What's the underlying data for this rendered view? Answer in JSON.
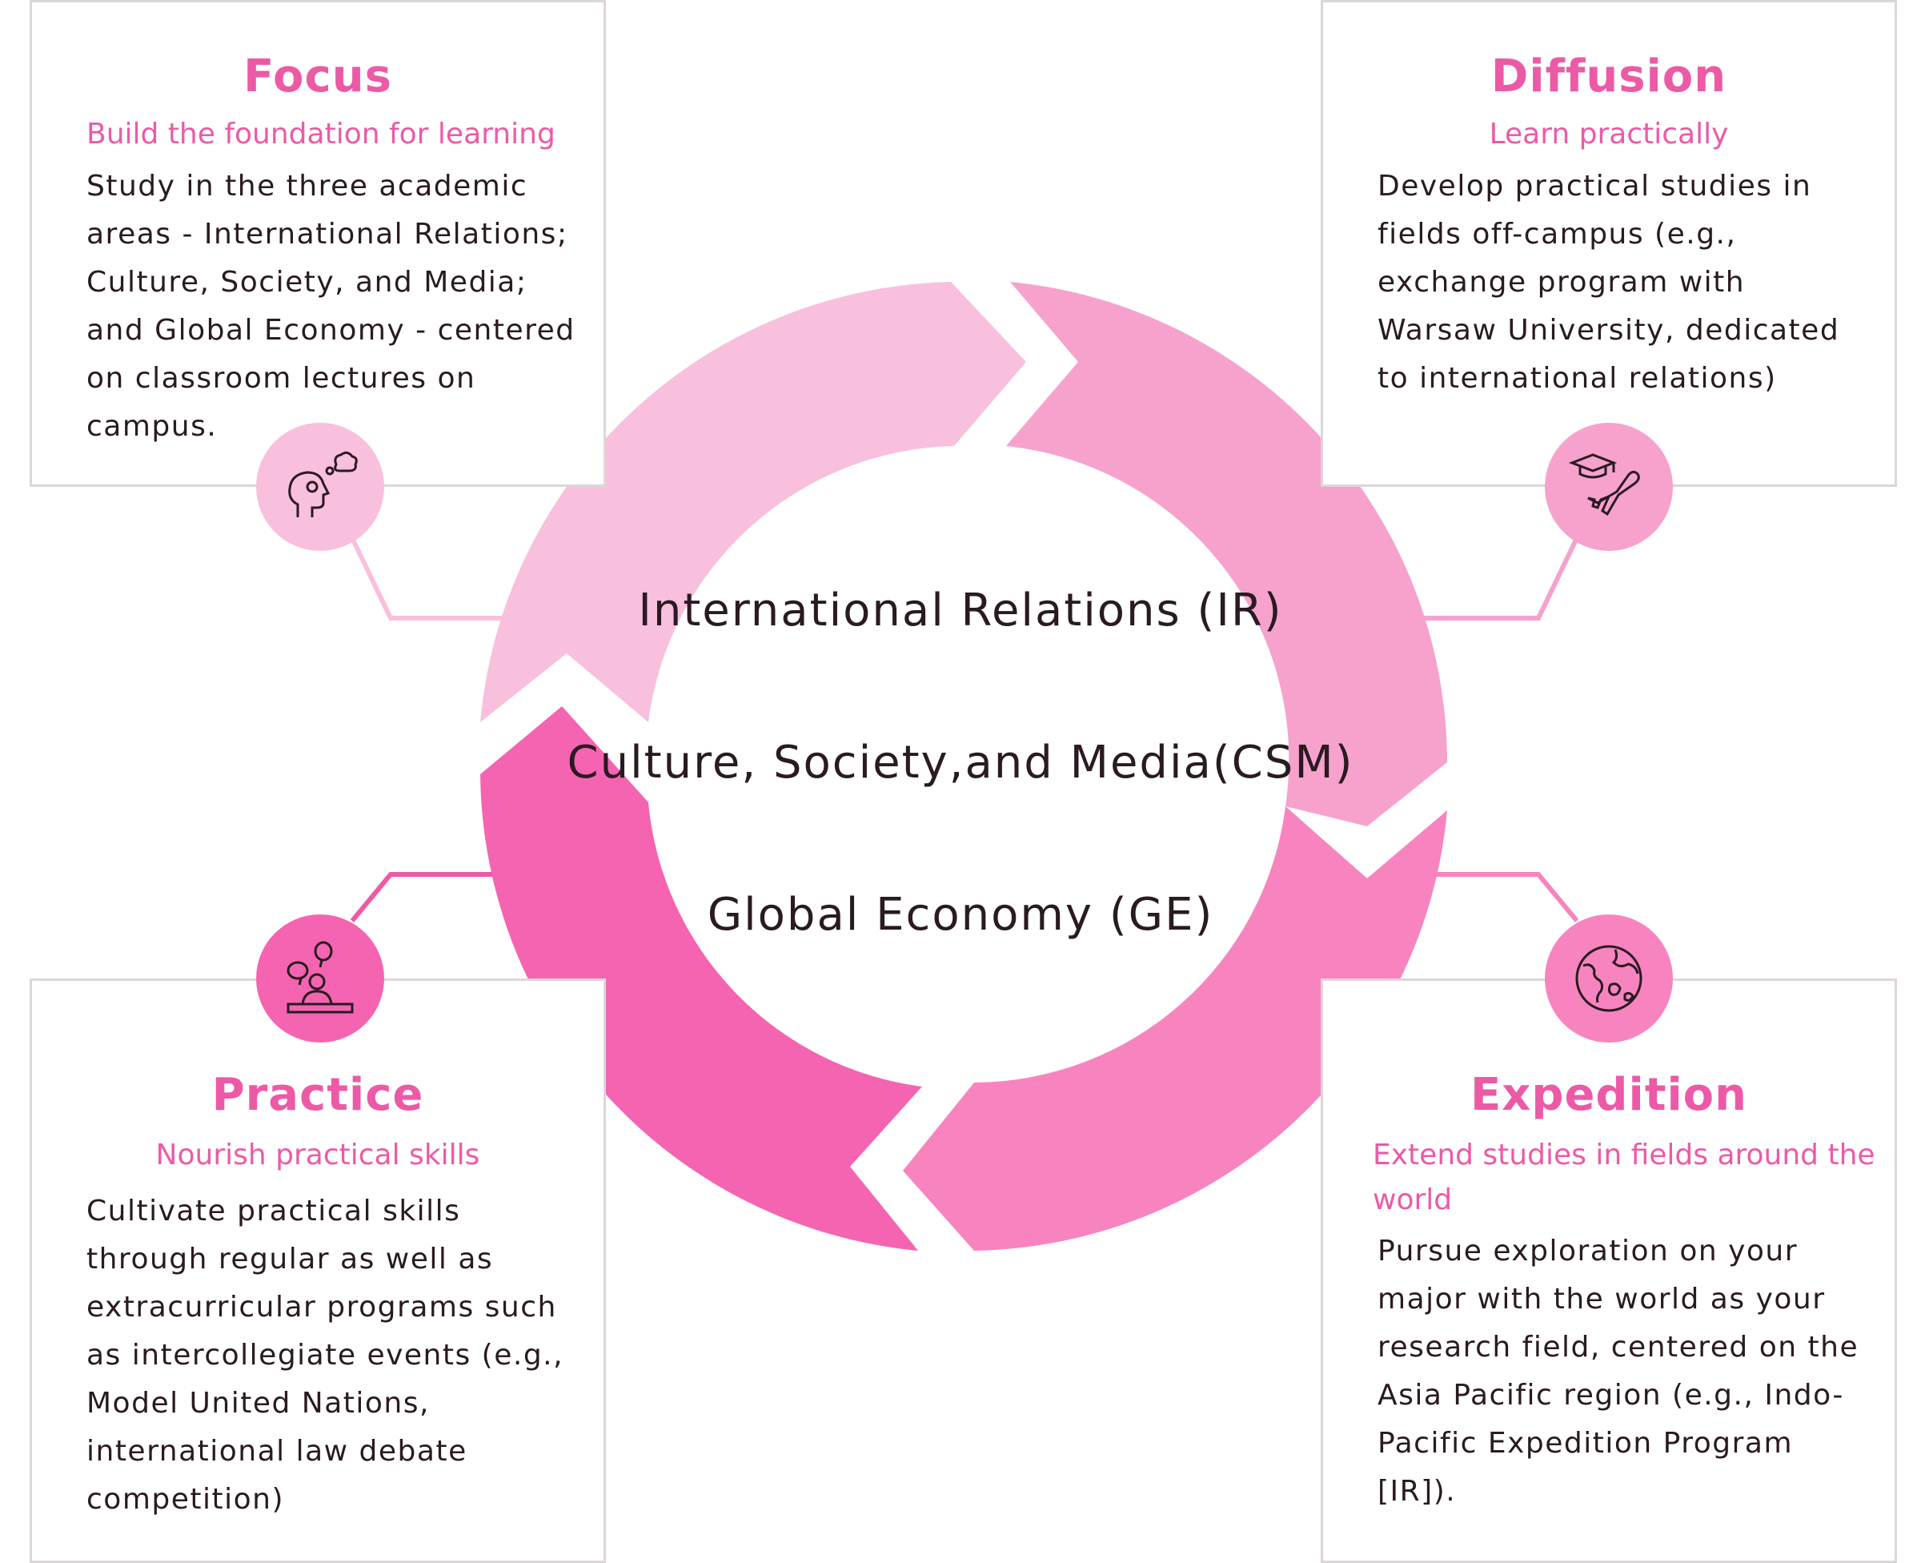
{
  "colors": {
    "focus": "#f8c0dd",
    "diffusion": "#f6a2cd",
    "expedition": "#f784be",
    "practice": "#f564b0",
    "accent_text": "#ec5aa6",
    "card_border": "#ddd6d9",
    "connector_focus": "#f8c0dd",
    "connector_diffusion": "#f6a2cd",
    "connector_practice": "#f05aa5",
    "connector_expedition": "#f784be"
  },
  "center": {
    "line1": "International Relations (IR)",
    "line2": "Culture, Society,and Media(CSM)",
    "line3": "Global Economy (GE)"
  },
  "focus": {
    "title": "Focus",
    "subtitle": "Build the foundation for learning",
    "body": "Study in the three academic areas - International Relations; Culture, Society, and Media; and Global Economy - centered on classroom lectures on campus.",
    "icon": "head-thought-icon"
  },
  "diffusion": {
    "title": "Diffusion",
    "subtitle": "Learn practically",
    "body": "Develop practical studies in fields off-campus (e.g., exchange program with Warsaw University, dedicated to international relations)",
    "icon": "graduation-airplane-icon"
  },
  "practice": {
    "title": "Practice",
    "subtitle": "Nourish practical skills",
    "body": "Cultivate practical skills through regular as well as extracurricular programs such as intercollegiate events (e.g., Model United Nations, international law debate competition)",
    "icon": "speaker-podium-icon"
  },
  "expedition": {
    "title": "Expedition",
    "subtitle": "Extend studies in fields around the world",
    "body": "Pursue exploration on your major with the world as your research field, centered on the Asia Pacific region (e.g., Indo-Pacific Expedition Program [IR]).",
    "icon": "globe-icon"
  }
}
